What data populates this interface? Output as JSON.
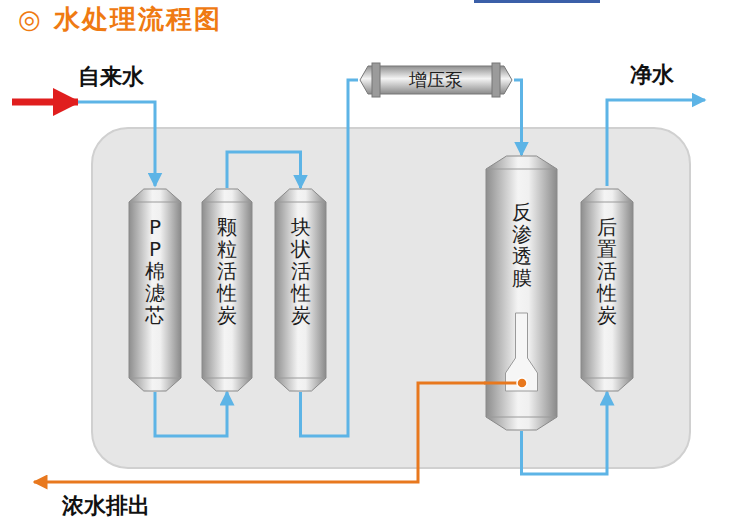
{
  "diagram": {
    "title": "◎ 水处理流程图",
    "nodes": [
      {
        "text": [
          "PP棉滤芯"
        ]
      },
      {
        "text": [
          "颗粒活性炭"
        ]
      },
      {
        "text": [
          "块状活性炭"
        ]
      },
      {
        "text": [
          "增压泵"
        ]
      },
      {
        "text": [
          "反渗透膜"
        ]
      },
      {
        "text": [
          "后置活性炭"
        ]
      }
    ],
    "edges": [
      {
        "from": 0,
        "to": 1,
        "arrow": "to"
      },
      {
        "from": 1,
        "to": 2,
        "arrow": "to"
      },
      {
        "from": 2,
        "to": 3,
        "arrow": "none"
      },
      {
        "from": 3,
        "to": 4,
        "arrow": "to"
      },
      {
        "from": 4,
        "to": 5,
        "arrow": "to"
      }
    ],
    "labels": [
      "自来水",
      "净水",
      "浓水排出"
    ]
  }
}
